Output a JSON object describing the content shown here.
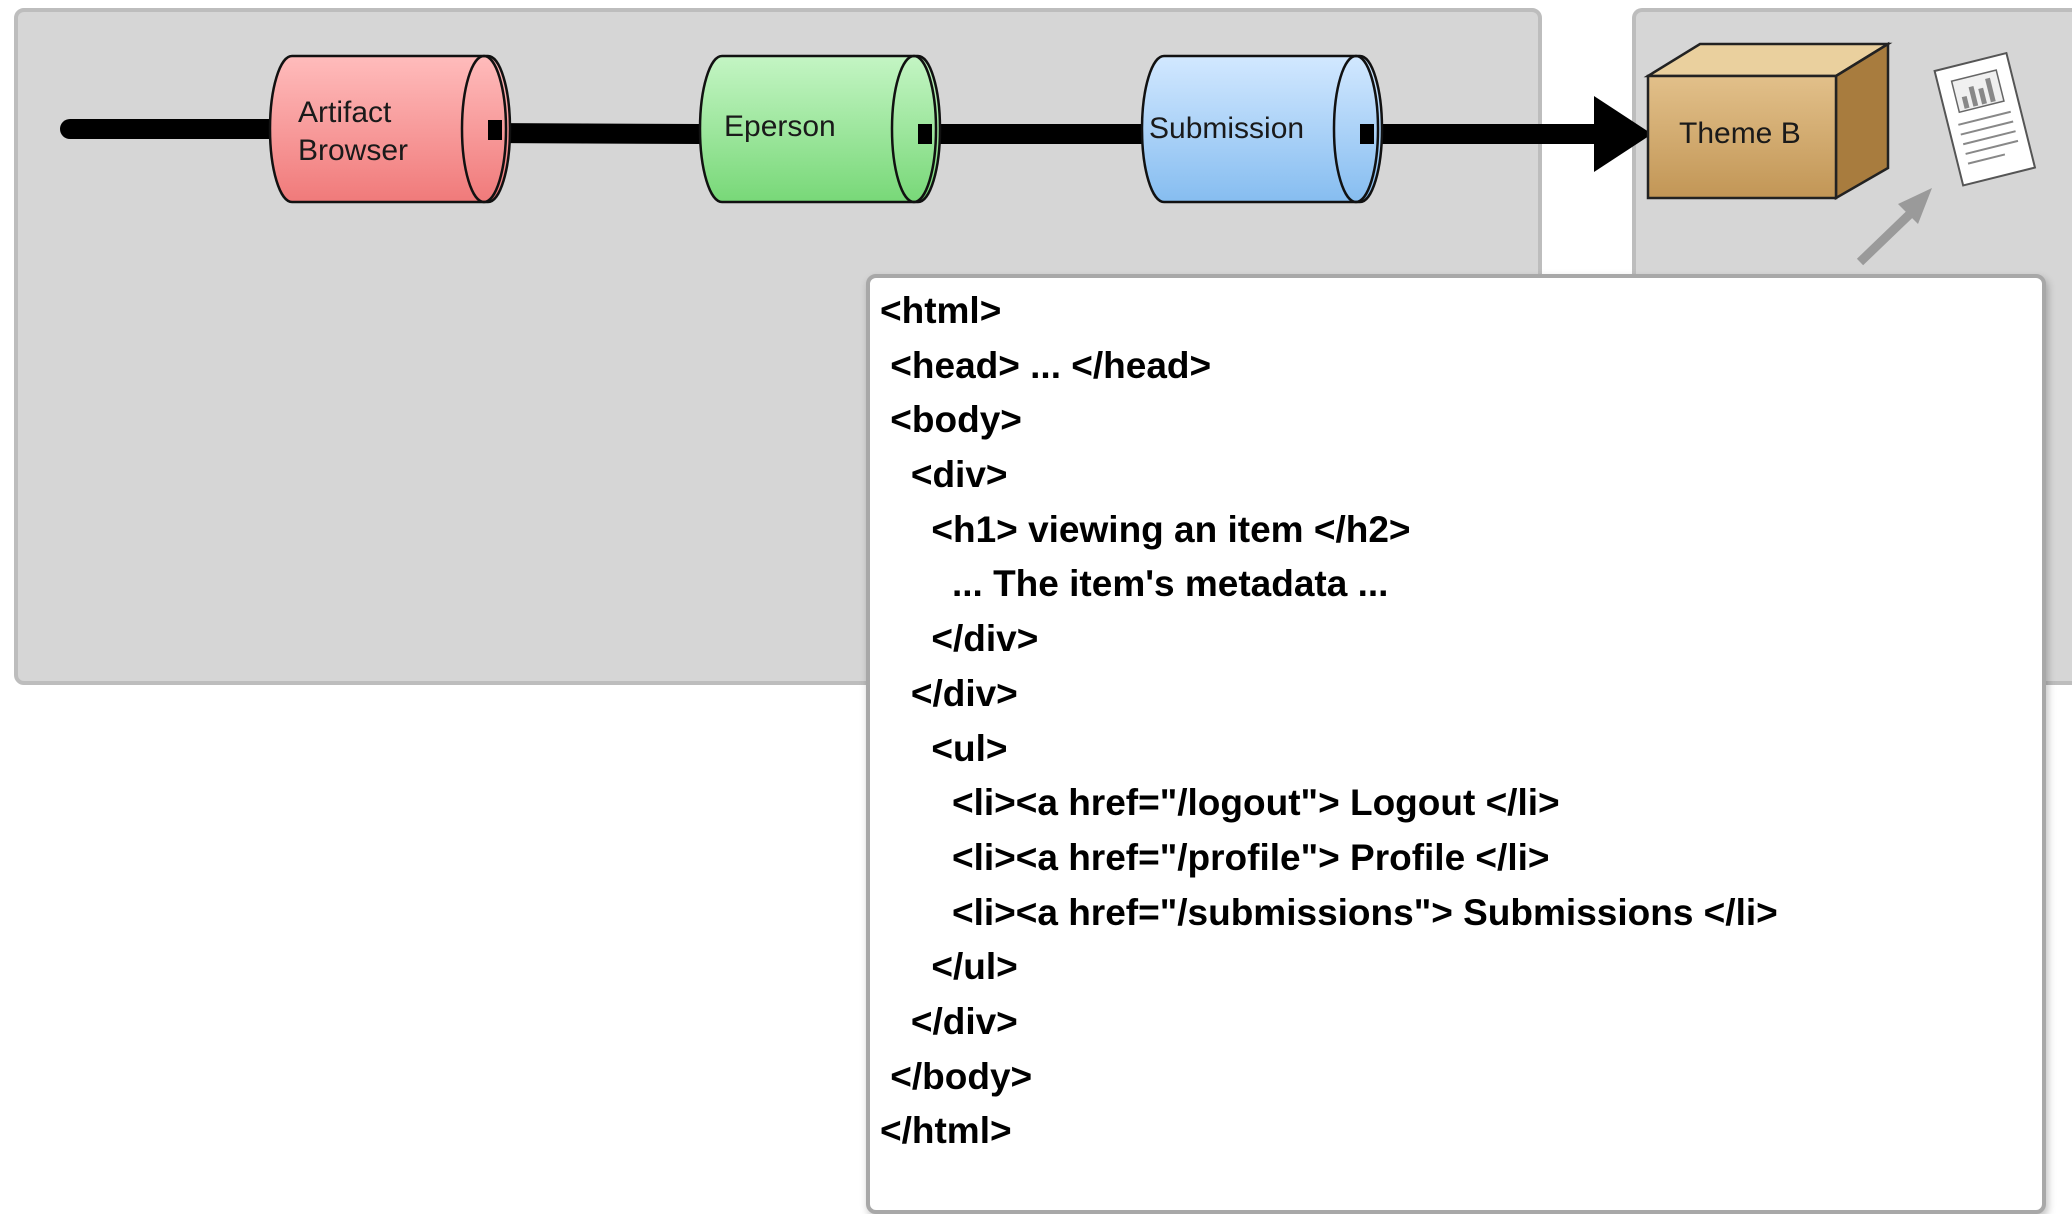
{
  "diagram": {
    "nodes": [
      {
        "id": "artifact-browser",
        "line1": "Artifact",
        "line2": "Browser",
        "color": "#f78d8d"
      },
      {
        "id": "eperson",
        "line1": "Eperson",
        "color": "#93e093"
      },
      {
        "id": "submission",
        "line1": "Submission",
        "color": "#9cc8f2"
      },
      {
        "id": "theme-b",
        "line1": "Theme B",
        "color": "#d2a86a"
      }
    ]
  },
  "code_lines": [
    "<html>",
    " <head> ... </head>",
    " <body>",
    "   <div>",
    "     <h1> viewing an item </h2>",
    "       ... The item's metadata ...",
    "     </div>",
    "   </div>",
    "     <ul>",
    "       <li><a href=\"/logout\"> Logout </li>",
    "       <li><a href=\"/profile\"> Profile </li>",
    "       <li><a href=\"/submissions\"> Submissions </li>",
    "     </ul>",
    "   </div>",
    " </body>",
    "</html>"
  ]
}
